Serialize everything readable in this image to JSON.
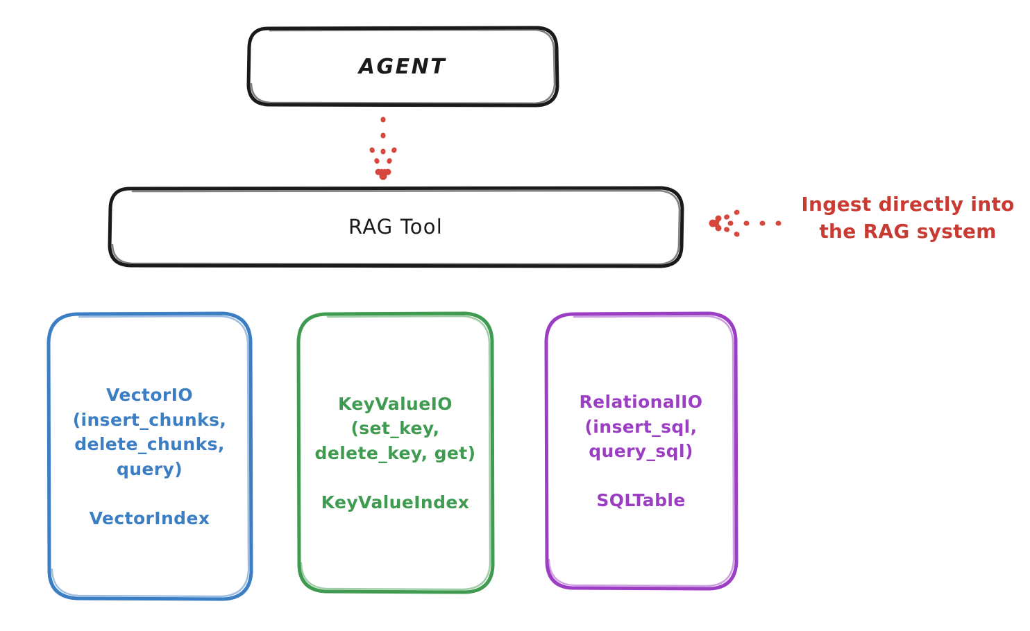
{
  "diagram": {
    "type": "flow-diagram",
    "style": "hand-drawn",
    "background": "#FFFFFF",
    "nodes": {
      "agent": {
        "label": "AGENT",
        "stroke": "#1A1A1A",
        "text_color": "#1A1A1A"
      },
      "rag_tool": {
        "label": "RAG Tool",
        "stroke": "#1A1A1A",
        "text_color": "#1A1A1A"
      },
      "vector_io": {
        "label": "VectorIO\n(insert_chunks,\ndelete_chunks,\nquery)\n\nVectorIndex",
        "api_name": "VectorIO",
        "methods": "(insert_chunks, delete_chunks, query)",
        "index_name": "VectorIndex",
        "stroke": "#3B7EC4",
        "text_color": "#3B7EC4"
      },
      "key_value_io": {
        "label": "KeyValueIO\n(set_key,\ndelete_key, get)\n\nKeyValueIndex",
        "api_name": "KeyValueIO",
        "methods": "(set_key, delete_key, get)",
        "index_name": "KeyValueIndex",
        "stroke": "#3F9B4F",
        "text_color": "#3F9B4F"
      },
      "relational_io": {
        "label": "RelationalIO\n(insert_sql,\nquery_sql)\n\nSQLTable",
        "api_name": "RelationalIO",
        "methods": "(insert_sql, query_sql)",
        "index_name": "SQLTable",
        "stroke": "#9B3EC4",
        "text_color": "#9B3EC4"
      }
    },
    "annotations": {
      "ingest": {
        "text": "Ingest directly into\nthe RAG system",
        "color": "#C93B32"
      }
    },
    "connectors": {
      "agent_to_rag_tool": {
        "style": "dotted",
        "color": "#D6483E",
        "direction": "down",
        "from": "agent",
        "to": "rag_tool"
      },
      "ingest_to_rag_tool": {
        "style": "dotted",
        "color": "#D6483E",
        "direction": "left",
        "from": "ingest-annotation",
        "to": "rag_tool"
      }
    }
  }
}
